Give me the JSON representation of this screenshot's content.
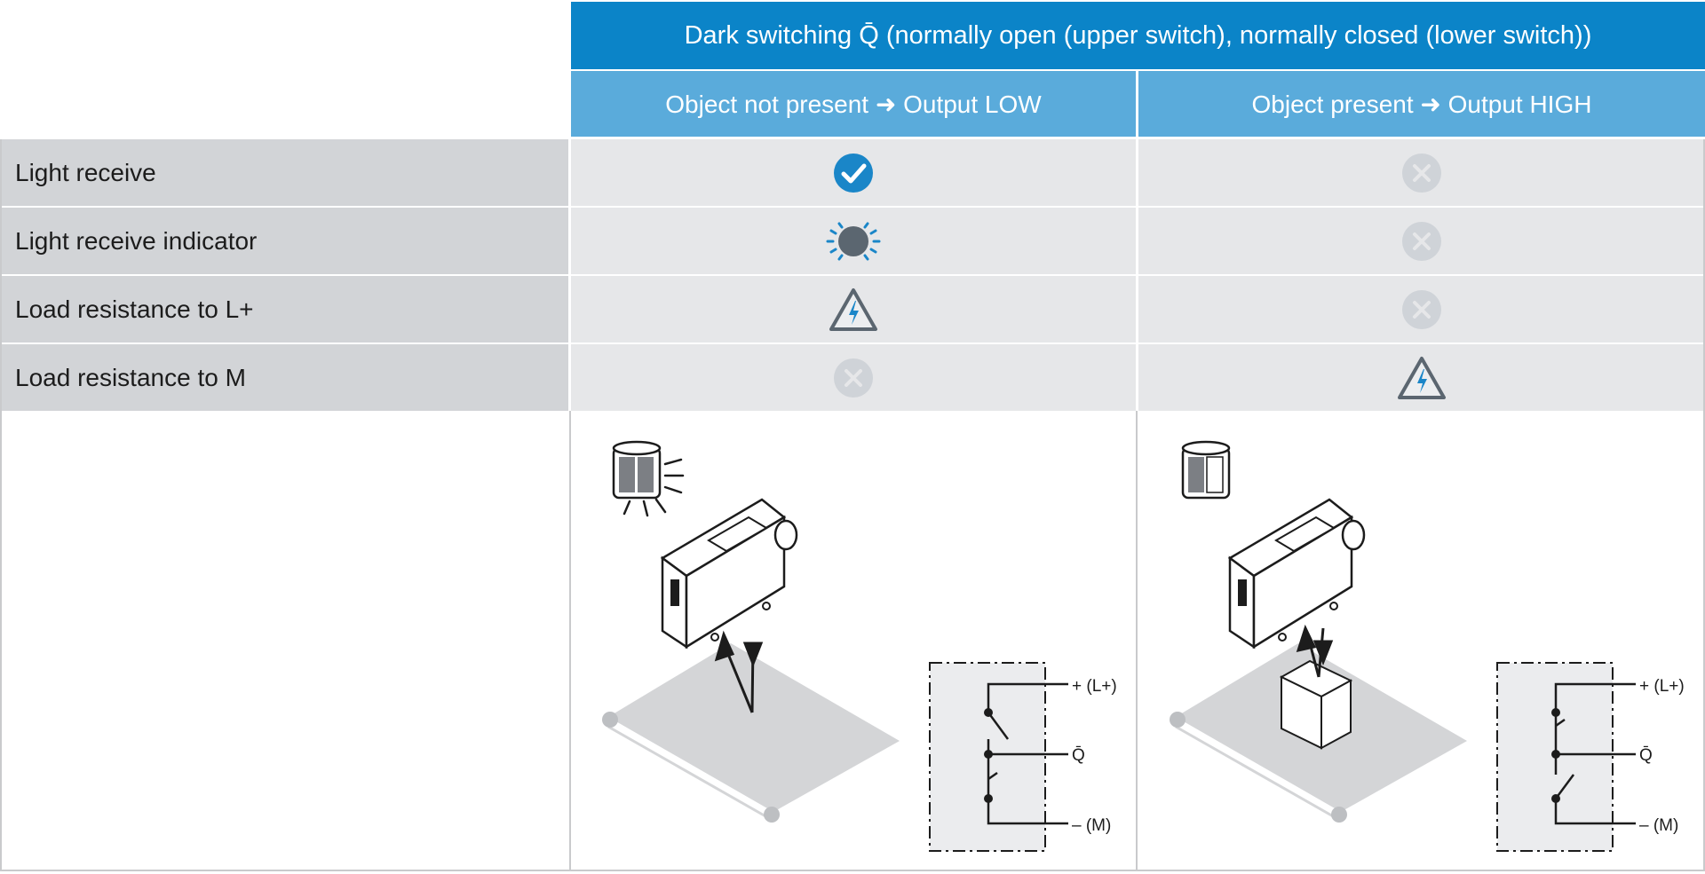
{
  "header": {
    "title": "Dark switching Q̄ (normally open (upper switch), normally closed (lower switch))",
    "col1": "Object not present ➜ Output LOW",
    "col2": "Object present ➜ Output HIGH"
  },
  "rows": [
    {
      "label": "Light receive",
      "col1_icon": "check-icon",
      "col2_icon": "x-circle-icon"
    },
    {
      "label": "Light receive indicator",
      "col1_icon": "indicator-light-icon",
      "col2_icon": "x-circle-icon"
    },
    {
      "label": "Load resistance to L+",
      "col1_icon": "warning-voltage-icon",
      "col2_icon": "x-circle-icon"
    },
    {
      "label": "Load resistance to M",
      "col1_icon": "x-circle-icon",
      "col2_icon": "warning-voltage-icon"
    }
  ],
  "circuit": {
    "plus": "+ (L+)",
    "q": "Q̄",
    "minus": "– (M)"
  },
  "colors": {
    "header_dark": "#0b84c8",
    "header_light": "#5aabdb",
    "label_bg": "#d2d4d7",
    "cell_bg": "#e6e7e9",
    "accent": "#1a86c8",
    "inactive": "#cfd3d8"
  }
}
